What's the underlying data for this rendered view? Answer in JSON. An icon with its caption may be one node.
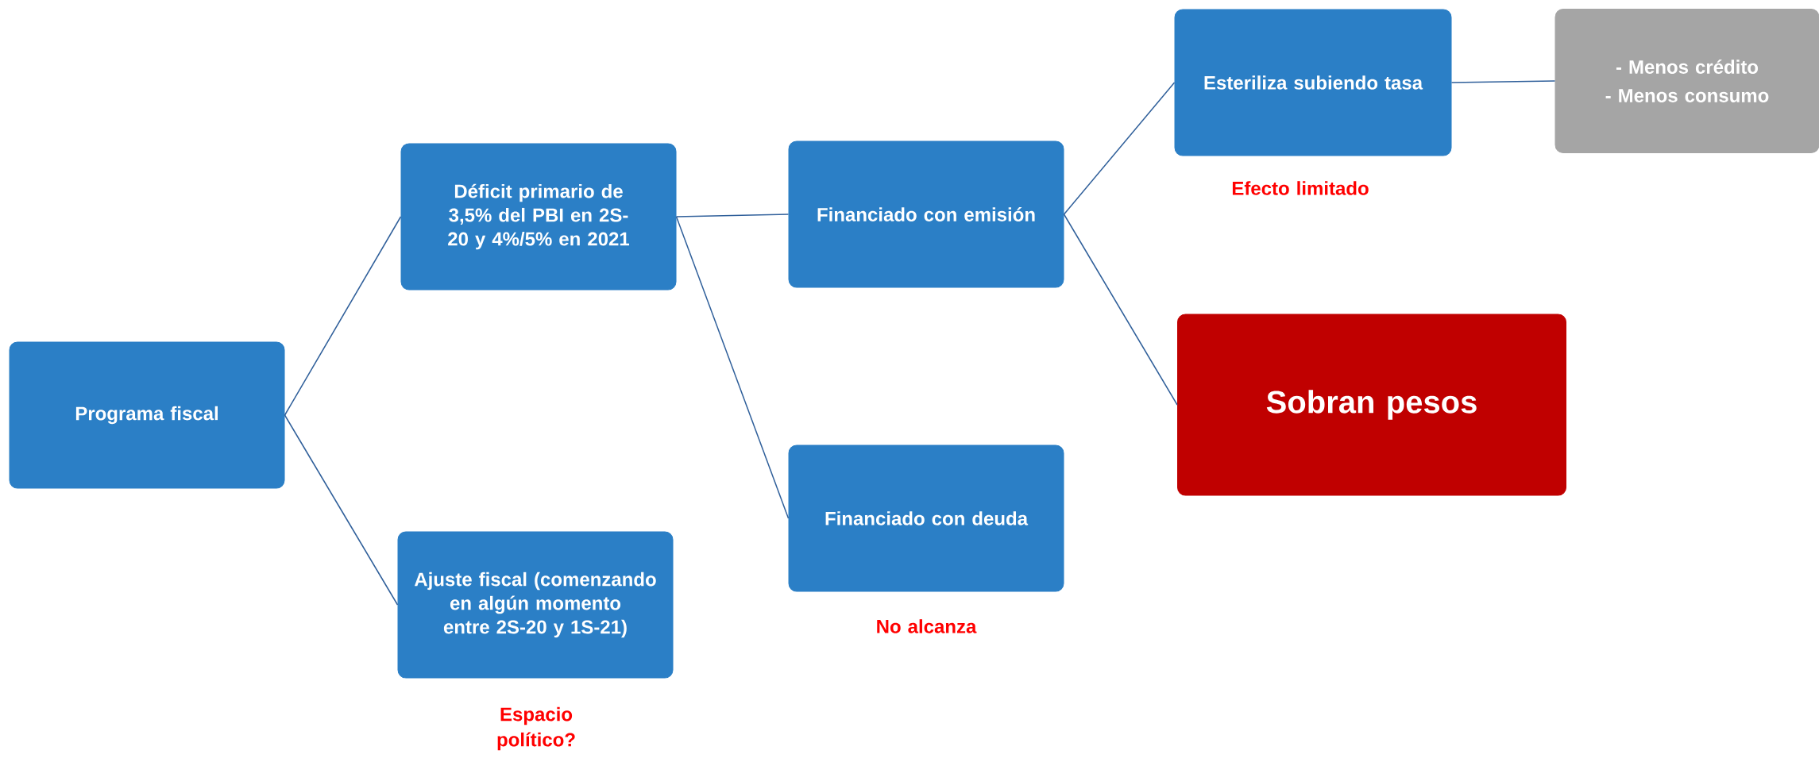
{
  "diagram": {
    "nodes": [
      {
        "text": [
          "Programa fiscal"
        ]
      },
      {
        "text": [
          "Déficit primario de 3,5% del PBI en 2S-20 y 4%/5% en 2021"
        ]
      },
      {
        "text": [
          "Ajuste fiscal (comenzando en algún momento entre 2S-20 y 1S-21)"
        ],
        "beside": [
          "Espacio político?"
        ]
      },
      {
        "text": [
          "Financiado con emisión"
        ]
      },
      {
        "text": [
          "Financiado con deuda"
        ],
        "beside": [
          "No alcanza"
        ]
      },
      {
        "text": [
          "Esteriliza subiendo tasa"
        ],
        "beside": [
          "Efecto limitado"
        ]
      },
      {
        "text": [
          "- Menos crédito",
          "- Menos consumo"
        ]
      },
      {
        "text": [
          "Sobran pesos"
        ]
      }
    ],
    "edges": [
      {
        "from": 0,
        "to": 1,
        "arrow": "none"
      },
      {
        "from": 0,
        "to": 2,
        "arrow": "none"
      },
      {
        "from": 1,
        "to": 3,
        "arrow": "none"
      },
      {
        "from": 1,
        "to": 4,
        "arrow": "none"
      },
      {
        "from": 3,
        "to": 5,
        "arrow": "none"
      },
      {
        "from": 3,
        "to": 7,
        "arrow": "none"
      },
      {
        "from": 5,
        "to": 6,
        "arrow": "none"
      }
    ]
  }
}
